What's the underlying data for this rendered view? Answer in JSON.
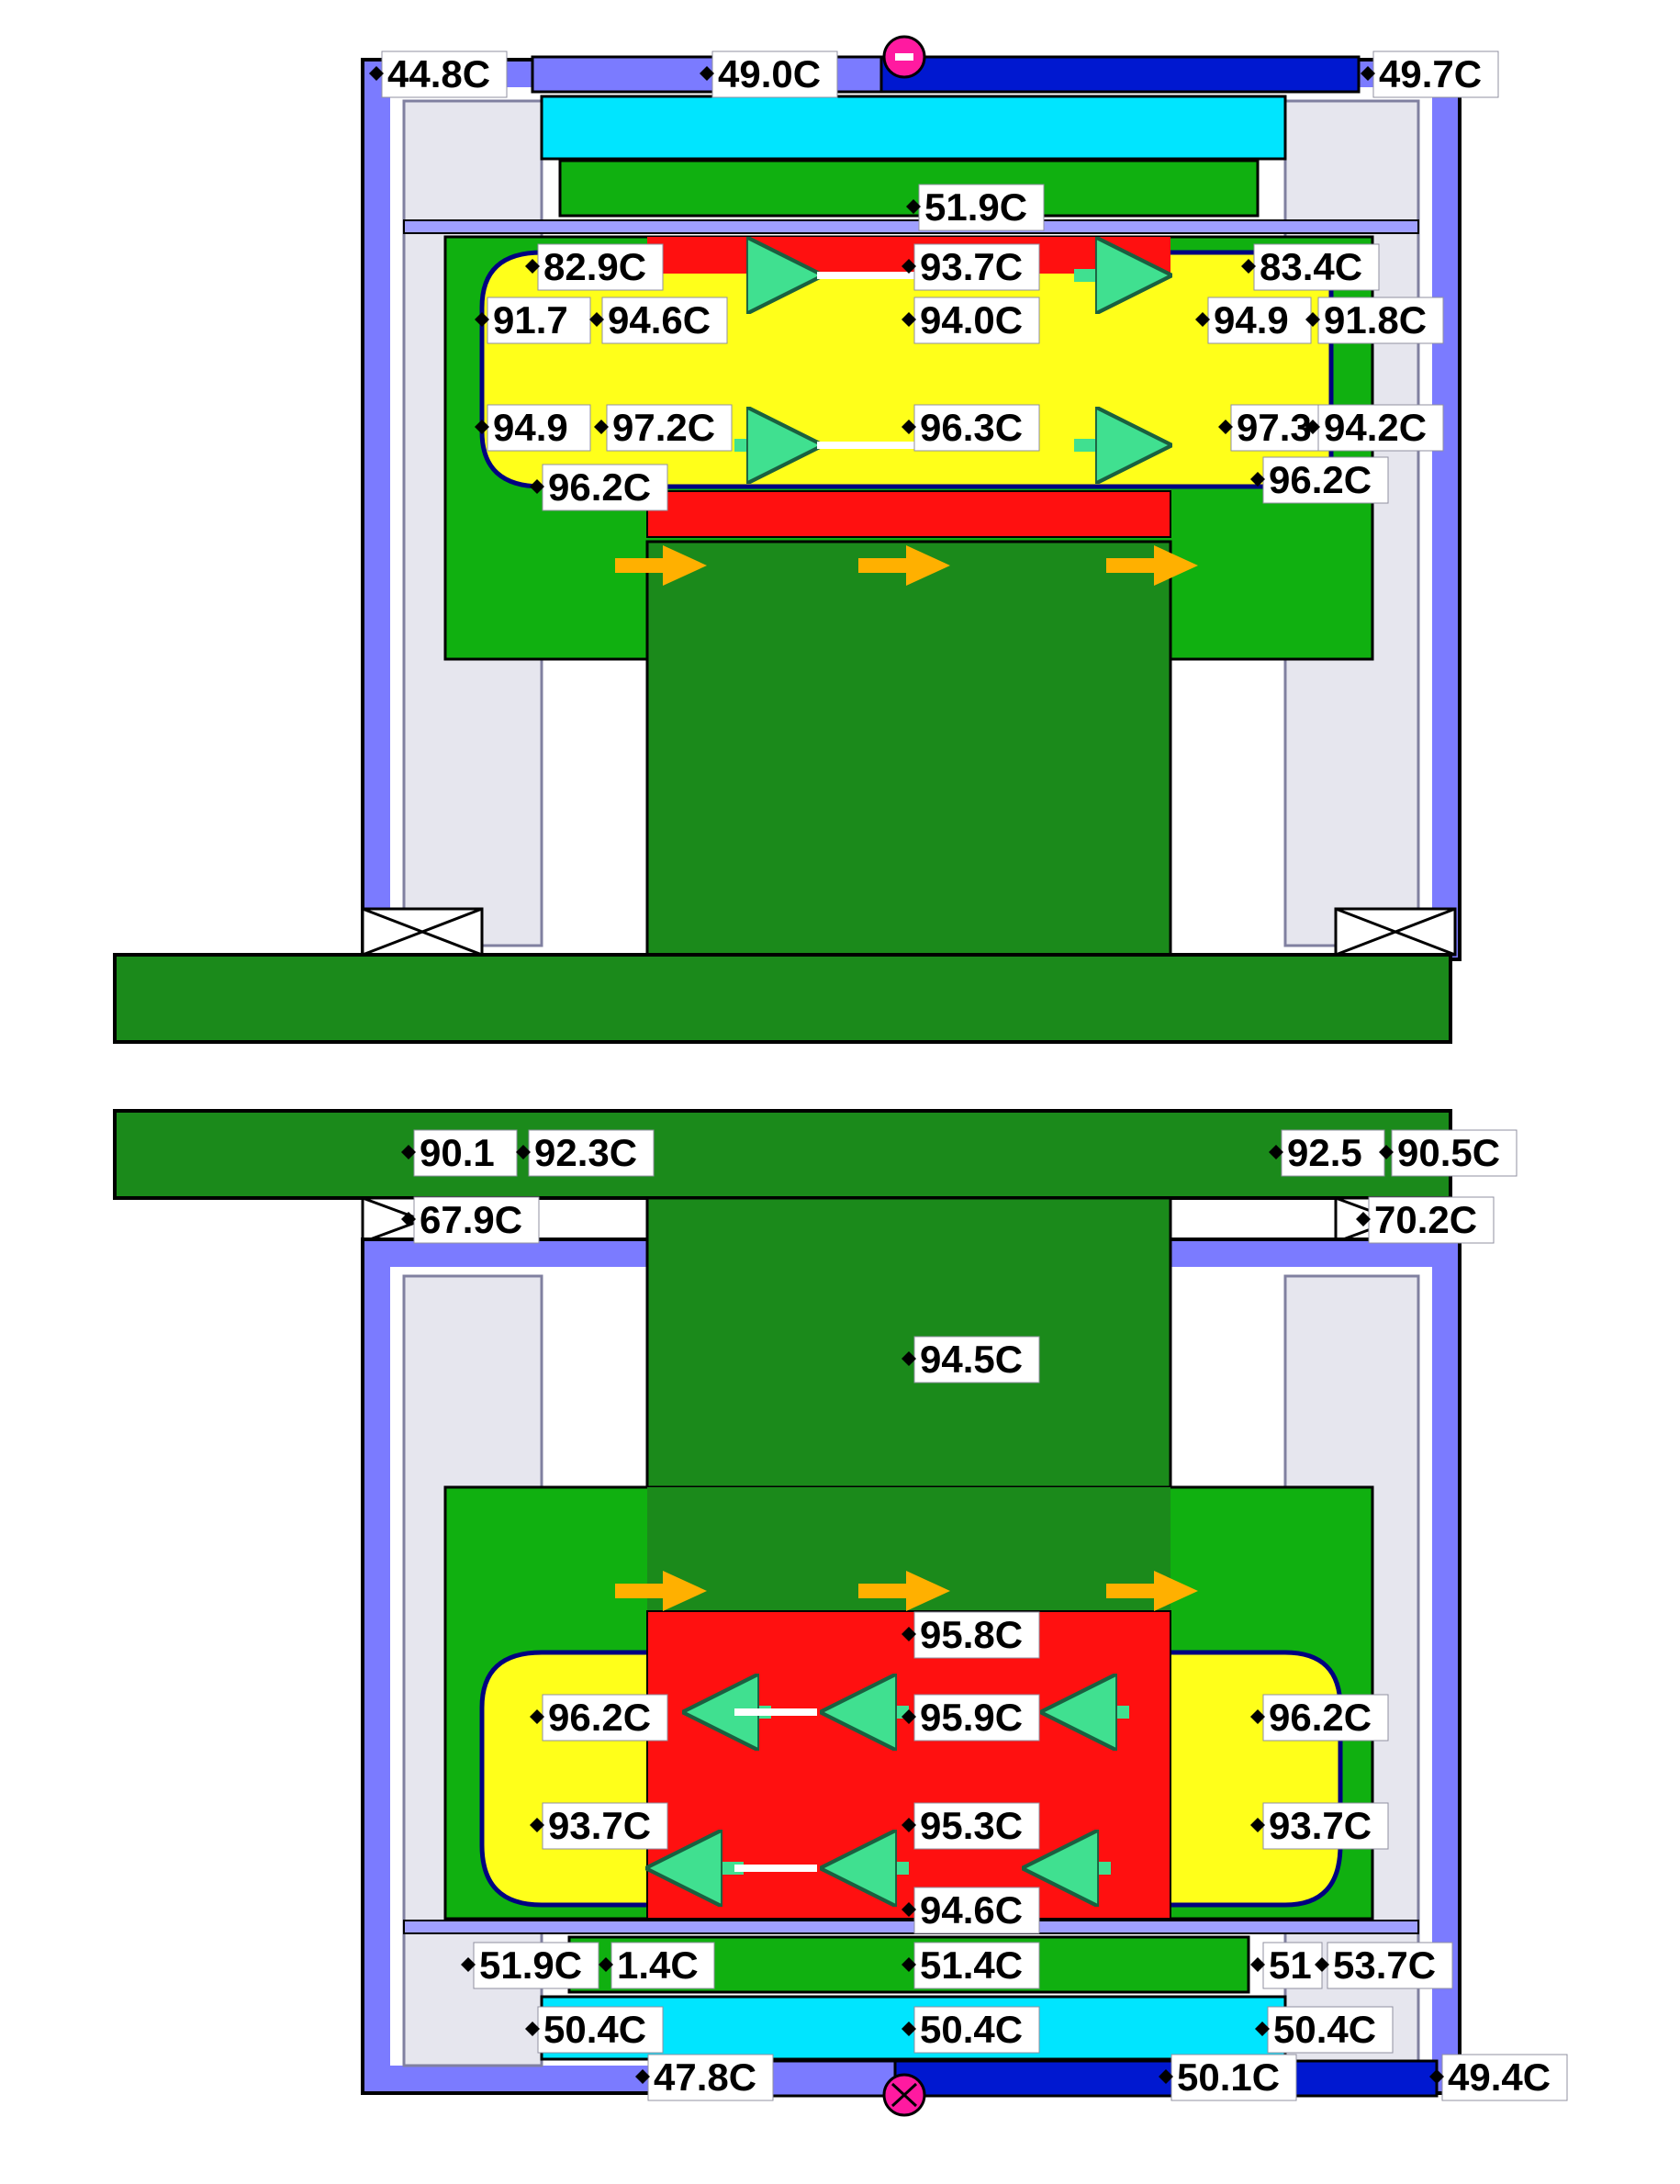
{
  "colors": {
    "background": "#ffffff",
    "shaft_green": "#1b8a1b",
    "region_green": "#10b010",
    "hot_red": "#ff1010",
    "warm_yellow": "#ffff1a",
    "cyan_plate": "#00e5ff",
    "dark_blue_plate": "#0018d0",
    "periwinkle_casing": "#7b7bff",
    "light_gray_insulation": "#e6e6ee",
    "outline_black": "#000000",
    "magenta_marker": "#ff1aa0",
    "orange_arrow": "#ffb000",
    "teal_arrow": "#40e090"
  },
  "top_labels": [
    "44.8C",
    "49.0C",
    "49.7C",
    "51.9C",
    "82.9C",
    "93.7C",
    "83.4C",
    "91.7",
    "94.6C",
    "94.0C",
    "94.9",
    "91.8C",
    "94.9",
    "97.2C",
    "96.3C",
    "97.3",
    "94.2C",
    "96.2C",
    "96.2C"
  ],
  "bottom_labels": [
    "90.1",
    "92.3C",
    "92.5",
    "90.5C",
    "67.9C",
    "70.2C",
    "94.5C",
    "95.8C",
    "96.2C",
    "95.9C",
    "96.2C",
    "93.7C",
    "95.3C",
    "93.7C",
    "94.6C",
    "51.9C",
    "1.4C",
    "51.4C",
    "51",
    "53.7C",
    "50.4C",
    "50.4C",
    "50.4C",
    "47.8C",
    "50.1C",
    "49.4C"
  ],
  "markers": {
    "top_marker_icon": "circle-dot-marker-icon",
    "bottom_marker_icon": "circle-cross-marker-icon"
  }
}
